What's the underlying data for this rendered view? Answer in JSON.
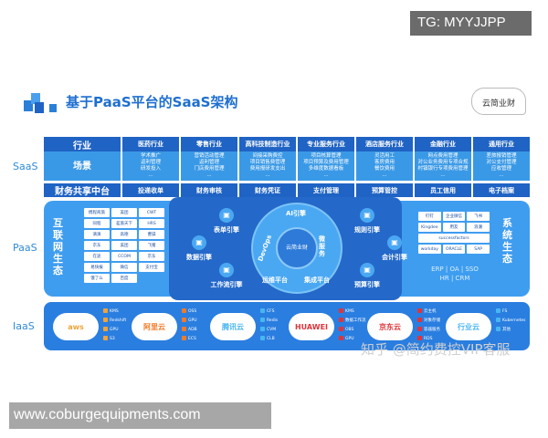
{
  "watermark_top": "TG: MYYJJPP",
  "title": "基于PaaS平台的SaaS架构",
  "logo_text": "云简业财",
  "layers": {
    "saas": "SaaS",
    "paas": "PaaS",
    "iaas": "IaaS"
  },
  "saas": {
    "header_label": "行业",
    "industries": [
      "医药行业",
      "零售行业",
      "高科技制造行业",
      "专业服务行业",
      "酒店服务行业",
      "金融行业",
      "通用行业"
    ],
    "scene_label": "场景",
    "scenes": [
      [
        "学术推广",
        "返利管理",
        "研发投入",
        "..."
      ],
      [
        "营销活动管理",
        "返利管理",
        "门店费用管理",
        "..."
      ],
      [
        "间接采购费控",
        "项目销售费管理",
        "费用报研发支出",
        "..."
      ],
      [
        "项目核算管理",
        "项目预算及费用管理",
        "多维度数据看板",
        "..."
      ],
      [
        "灵活用工",
        "客房费用",
        "餐饮费用",
        "..."
      ],
      [
        "网点费用管理",
        "对公业务费用专项合规",
        "村镇银行专项费用管理",
        "..."
      ],
      [
        "差旅报销管理",
        "对公支付管理",
        "应收管理",
        "..."
      ]
    ],
    "finance_label": "财务共享中台",
    "finance_items": [
      "投递收单",
      "财务审核",
      "财务凭证",
      "支付管理",
      "预算管控",
      "员工信用",
      "电子档案"
    ]
  },
  "paas": {
    "left_title": "互联网生态",
    "left_logos": [
      "携程商旅",
      "美团",
      "CWT",
      "同程",
      "差旅天下",
      "HRS",
      "滴滴",
      "高德",
      "曹操",
      "京东",
      "美团",
      "飞猪",
      "在途",
      "CCOM",
      "京东",
      "易快报",
      "微信",
      "支付宝",
      "饿了么",
      "百度"
    ],
    "engines_left": [
      "表单引擎",
      "数据引擎",
      "工作流引擎"
    ],
    "ring": [
      "AI引擎",
      "微服务",
      "集成平台",
      "运维平台",
      "DevOps"
    ],
    "center": "云简业财",
    "engines_right": [
      "规则引擎",
      "会计引擎",
      "预算引擎"
    ],
    "right_logos": [
      "钉钉",
      "企业微信",
      "飞书",
      "Kingdee",
      "用友",
      "浪潮",
      "successfactors",
      "workday",
      "ORACLE",
      "SAP"
    ],
    "right_title": "系统生态",
    "systems_line1": "ERP | OA | SSO",
    "systems_line2": "HR | CRM"
  },
  "iaas": {
    "clouds": [
      {
        "name": "aws",
        "services": [
          "KMS",
          "Redshift",
          "GPU",
          "S3"
        ],
        "color": "#f0a33a"
      },
      {
        "name": "阿里云",
        "services": [
          "OSS",
          "GPU",
          "ADB",
          "ECS"
        ],
        "color": "#f07a2a"
      },
      {
        "name": "腾讯云",
        "services": [
          "CFS",
          "Redis",
          "CVM",
          "CLB"
        ],
        "color": "#49b6f0"
      },
      {
        "name": "HUAWEI",
        "services": [
          "KMS",
          "数据工作流",
          "OBS",
          "GPU"
        ],
        "color": "#e0343a"
      },
      {
        "name": "京东云",
        "services": [
          "云主机",
          "对象存储",
          "容器服务",
          "RDS"
        ],
        "color": "#e0343a"
      },
      {
        "name": "行业云",
        "services": [
          "FS",
          "Kubernetes",
          "其他"
        ],
        "color": "#49b6f0"
      }
    ]
  },
  "zhihu_watermark": "知乎 @简约费控VIP客服",
  "url_watermark": "www.coburgequipments.com"
}
